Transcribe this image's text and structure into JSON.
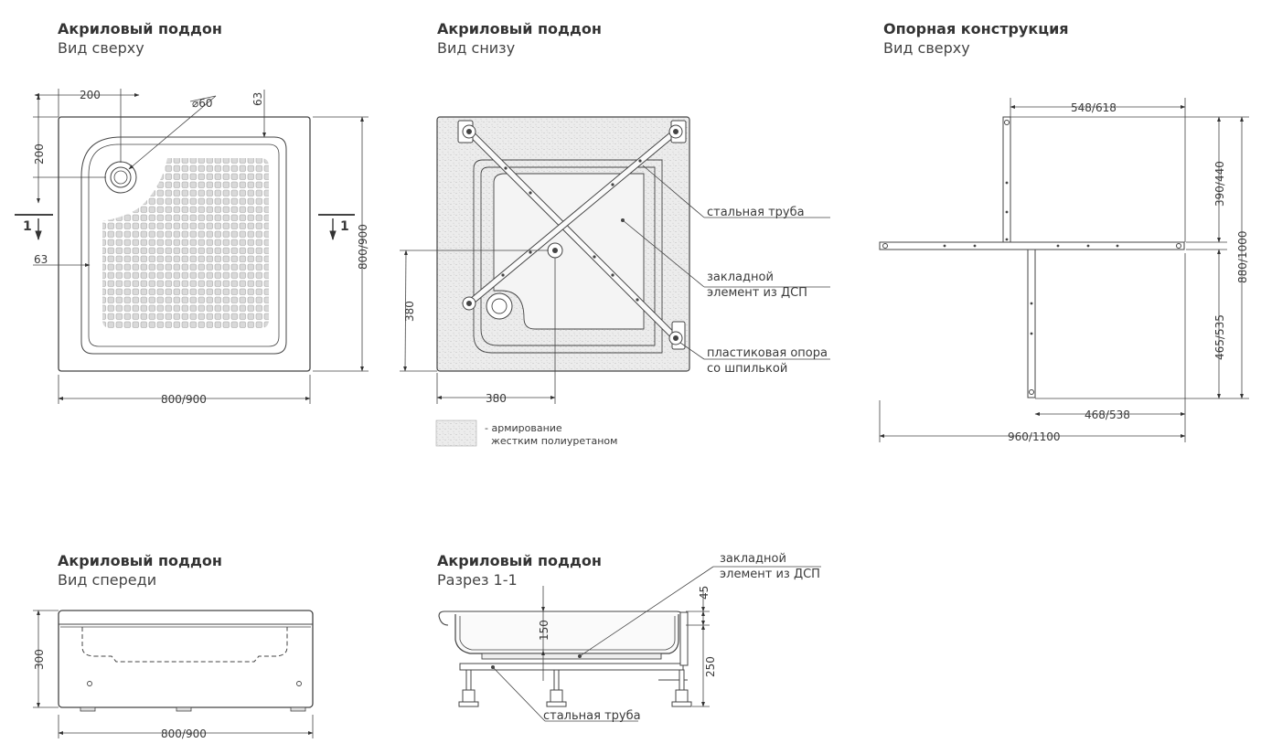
{
  "views": {
    "top": {
      "title": "Акриловый поддон",
      "subtitle": "Вид сверху"
    },
    "bottom": {
      "title": "Акриловый поддон",
      "subtitle": "Вид снизу"
    },
    "support": {
      "title": "Опорная конструкция",
      "subtitle": "Вид сверху"
    },
    "front": {
      "title": "Акриловый поддон",
      "subtitle": "Вид спереди"
    },
    "section": {
      "title": "Акриловый поддон",
      "subtitle": "Разрез 1-1"
    }
  },
  "dims": {
    "top": {
      "d200w": "200",
      "d200h": "200",
      "d60": "⌀60",
      "d63a": "63",
      "d63b": "63",
      "width": "800/900",
      "height": "800/900",
      "sec": "1"
    },
    "bottom": {
      "d380h": "380",
      "d380w": "380"
    },
    "support": {
      "d548": "548/618",
      "d390": "390/440",
      "d465": "465/535",
      "d880": "880/1000",
      "d468": "468/538",
      "d960": "960/1100"
    },
    "front": {
      "d300": "300",
      "width": "800/900"
    },
    "section": {
      "d45": "45",
      "d150": "150",
      "d250": "250"
    }
  },
  "labels": {
    "steel_pipe": "стальная труба",
    "insert1": "закладной",
    "insert2": "элемент из ДСП",
    "support1": "пластиковая опора",
    "support2": "со шпилькой",
    "reinf1": "- армирование",
    "reinf2": "жестким полиуретаном"
  }
}
